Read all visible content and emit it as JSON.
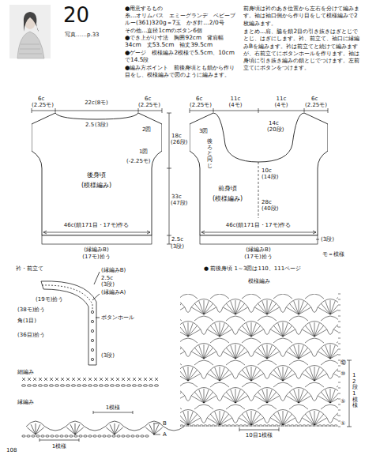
{
  "diagram": {
    "nodes": [
      {
        "text": [
          "後身頃",
          "(模様編み)"
        ]
      },
      {
        "text": [
          "前身頃",
          "(模様編み)"
        ]
      }
    ],
    "labels": [
      "20",
      "写真……p.33",
      "●用意するもの",
      "糸…オリムパス　エミーグランデ　ベビーブルー(361)320g＝7玉　かぎ針…2/0号",
      "その他…直径1cmのボタン6個",
      "●でき上がり寸法　胸囲92cm　背肩幅34cm　丈53.5cm　袖丈39.5cm",
      "●ゲージ　模様編み2模様で5.5cm、10cmで14.5段",
      "●編み方ポイント　前後身頃とも鎖から作り目をし、模様編みで図のように編みます。",
      "前身頃は衿のあき位置から左右を分けて編みます。袖は袖口側から作り目をして模様編みで2枚編みます。",
      "まとめ…肩、脇を鎖2目の引き抜きはぎとじでとじ、はぎにします。衿、前立て、袖口に縁編みBを編みます。衿は前立てと続けて編みますが、右前立てにボタンホールを作ります。袖は身頃に引き抜き編みの鎖とじでつけます。左前立てにボタンをつけます。",
      "6c",
      "(2.25モ)",
      "22c(8モ)",
      "6c",
      "(2.25モ)",
      "2.5",
      "(3段)",
      "2図",
      "1図",
      "(-2.25モ)",
      "18c",
      "(26段)",
      "33c",
      "(47段)",
      "2.5c",
      "(3段)",
      "46c(鎖171目・17モ)作る",
      "(縁編みB)",
      "(17モ)拾う",
      "6c",
      "(2.25モ)",
      "11c",
      "(4モ)",
      "11c",
      "(4モ)",
      "6c",
      "(2.25モ)",
      "14c",
      "(20段)",
      "3図",
      "後ろと同じ",
      "10c",
      "(14段)",
      "28c",
      "(40段)",
      "46c(鎖171目・17モ)作る",
      "(3段)",
      "(縁編みB)",
      "(17モ)拾う",
      "モ＝模様",
      "衿・前立て",
      "(縁編みB)",
      "2.5c",
      "(3段)",
      "(縁編みA)",
      "(19モ)拾う",
      "(38モ)拾う",
      "角(1目)",
      "ボタンホール",
      "(36目)拾う",
      "(3段)",
      "細編み",
      "縁編み",
      "1模様",
      "B",
      "A",
      "1模様",
      "● 前後身頃 1～3図は110、111ページ",
      "模様編み",
      "12段1模様",
      "10目1模様",
      "①",
      "⑤",
      "⑩",
      "⑫",
      "108"
    ]
  }
}
